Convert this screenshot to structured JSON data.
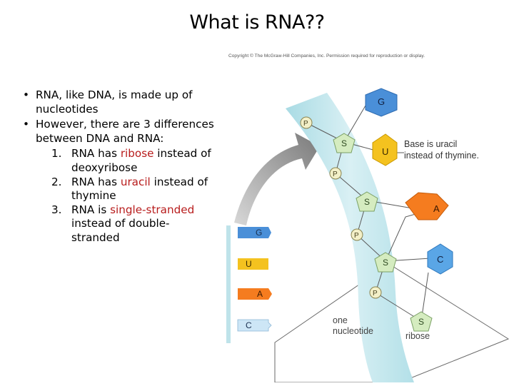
{
  "slide": {
    "title": "What is RNA??",
    "bullets": [
      "RNA, like DNA, is made up of nucleotides",
      "However, there are 3 differences between DNA and RNA:"
    ],
    "differences": [
      {
        "number": "1.",
        "before": "RNA has ",
        "highlight": "ribose",
        "after": " instead of deoxyribose"
      },
      {
        "number": "2.",
        "before": "RNA has ",
        "highlight": "uracil",
        "after": " instead of thymine"
      },
      {
        "number": "3.",
        "before": "RNA is ",
        "highlight": "single-stranded",
        "after": " instead of double-stranded"
      }
    ],
    "highlight_color": "#b81c1c"
  },
  "figure": {
    "copyright": "Copyright © The McGraw-Hill Companies, Inc. Permission required for reproduction or display.",
    "phosphate_label": "P",
    "sugar_label": "S",
    "bases": [
      "G",
      "U",
      "A",
      "C"
    ],
    "small_strand_bases": [
      "G",
      "U",
      "A",
      "C"
    ],
    "callout_line1": "Base is uracil",
    "callout_line2": "instead of thymine.",
    "nucleotide_line1": "one",
    "nucleotide_line2": "nucleotide",
    "ribose_label": "ribose",
    "colors": {
      "guanine": "#4a8fd8",
      "uracil": "#f4c21f",
      "adenine": "#f57c1f",
      "cytosine": "#5aa6e6",
      "backbone": "#c4e6ec",
      "sugar": "#d5ecc0",
      "phosphate": "#f3f0c8"
    }
  }
}
